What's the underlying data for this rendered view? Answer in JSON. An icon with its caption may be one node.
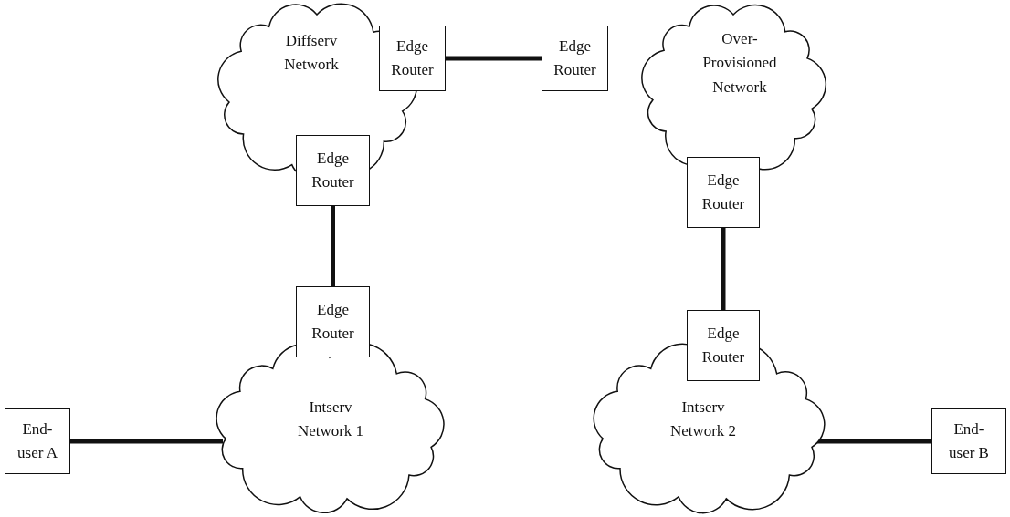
{
  "diagram": {
    "nodes": [
      {
        "text": [
          "Diffserv Network"
        ]
      },
      {
        "text": [
          "Edge Router"
        ]
      },
      {
        "text": [
          "Edge Router"
        ]
      },
      {
        "text": [
          "Over- Provisioned Network"
        ]
      },
      {
        "text": [
          "Edge Router"
        ]
      },
      {
        "text": [
          "Edge Router"
        ]
      },
      {
        "text": [
          "Edge Router"
        ]
      },
      {
        "text": [
          "End- user A"
        ]
      },
      {
        "text": [
          "Intserv Network 1"
        ]
      },
      {
        "text": [
          "Edge Router"
        ]
      },
      {
        "text": [
          "Intserv Network 2"
        ]
      },
      {
        "text": [
          "End- user B"
        ]
      }
    ],
    "edges": [
      {
        "from": 1,
        "to": 2,
        "arrow": "none"
      },
      {
        "from": 4,
        "to": 6,
        "arrow": "none"
      },
      {
        "from": 5,
        "to": 9,
        "arrow": "none"
      },
      {
        "from": 7,
        "to": 8,
        "arrow": "none"
      },
      {
        "from": 10,
        "to": 11,
        "arrow": "none"
      }
    ]
  }
}
